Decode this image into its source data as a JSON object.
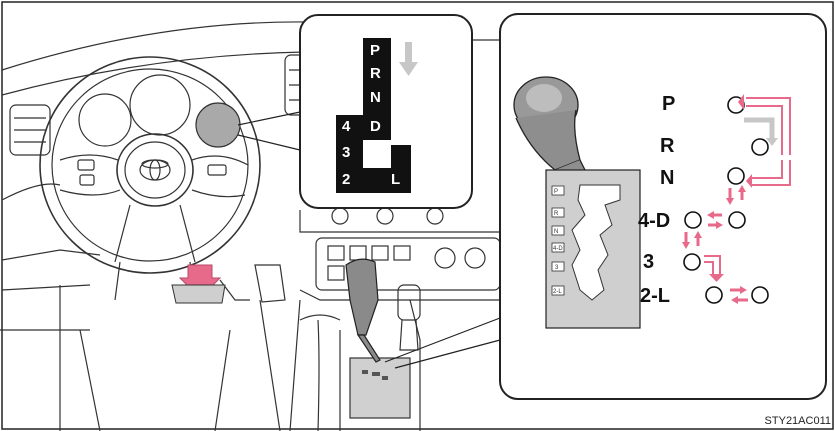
{
  "figure": {
    "reference_code": "STY21AC011",
    "inset_gate_labels": [
      "P",
      "R",
      "N",
      "4",
      "D",
      "3",
      "2",
      "L"
    ],
    "shift_positions": [
      "P",
      "R",
      "N",
      "4-D",
      "3",
      "2-L"
    ],
    "shifter_plate_marks": [
      "P",
      "R",
      "N",
      "4-D",
      "3",
      "2-L"
    ],
    "colors": {
      "arrow_pink": "#e86a8a",
      "arrow_gray": "#c7c7c7",
      "gate_black": "#111111",
      "line": "#222222"
    }
  }
}
